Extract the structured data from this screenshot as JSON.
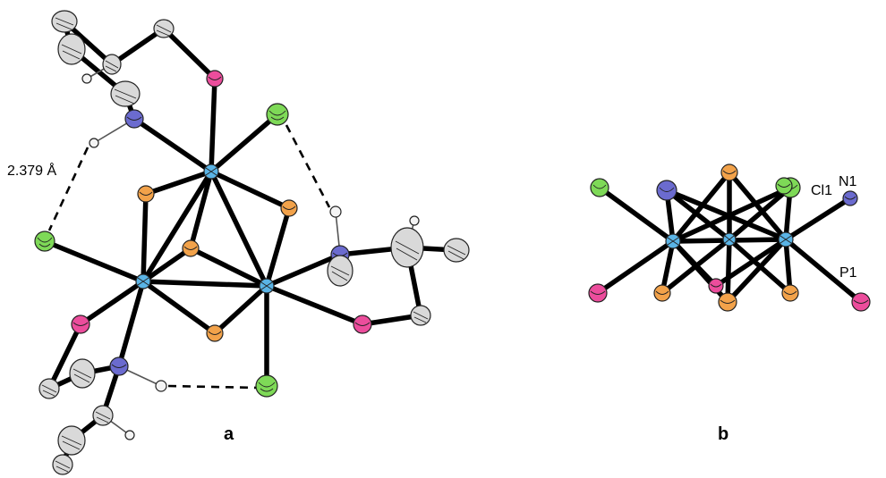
{
  "panels": [
    {
      "label": "a"
    },
    {
      "label": "b"
    }
  ],
  "annotations": {
    "hbond_distance": "2.379 Å"
  },
  "atom_labels": {
    "cl1": "Cl1",
    "n1": "N1",
    "p1": "P1"
  },
  "atom_colors": {
    "metal": "#5ab4e6",
    "sulfur": "#f2a24a",
    "chlorine": "#7ed957",
    "phosphorus": "#ec4d9c",
    "nitrogen": "#6b6bcf",
    "carbon": "#d9d9d9",
    "hydrogen": "#f4f4f4"
  }
}
